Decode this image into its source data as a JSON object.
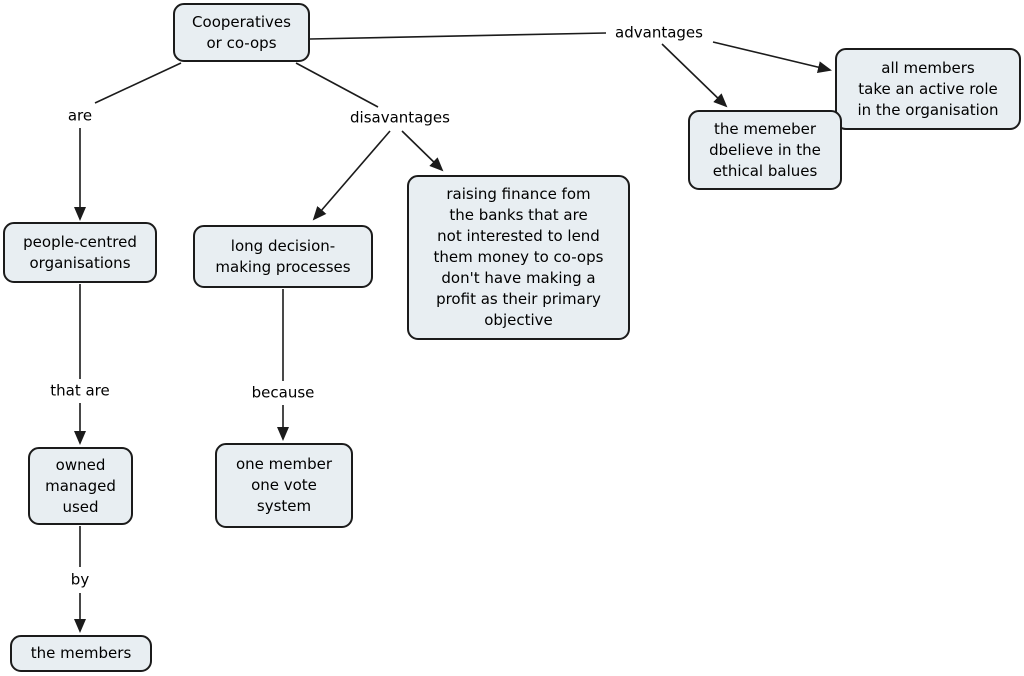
{
  "diagram": {
    "type": "concept-map",
    "topic": "Cooperatives or co-ops",
    "nodes": {
      "root": {
        "label": "Cooperatives\nor co-ops"
      },
      "people_centred": {
        "label": "people-centred\norganisations"
      },
      "long_decision": {
        "label": "long decision-\nmaking processes"
      },
      "raising_finance": {
        "label": "raising finance fom\nthe banks that are\nnot interested to lend\nthem money to co-ops\ndon't have making a\nprofit as their primary\nobjective"
      },
      "all_members": {
        "label": "all members\ntake an active role\nin the organisation"
      },
      "ethical_values": {
        "label": "the memeber\ndbelieve in the\nethical balues"
      },
      "owned_managed_used": {
        "label": "owned\nmanaged\nused"
      },
      "one_member_vote": {
        "label": "one member\none vote\nsystem"
      },
      "the_members": {
        "label": "the members"
      }
    },
    "link_labels": {
      "are": "are",
      "disavantages": "disavantages",
      "advantages": "advantages",
      "that_are": "that are",
      "because": "because",
      "by": "by"
    },
    "colors": {
      "node_fill": "#e8eef2",
      "node_border": "#1b1b1b",
      "connector": "#1b1b1b",
      "background": "#ffffff"
    }
  }
}
